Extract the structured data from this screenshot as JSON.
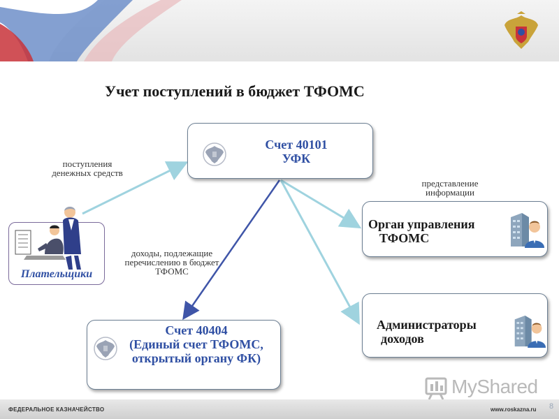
{
  "title": "Учет поступлений в бюджет ТФОМС",
  "nodes": {
    "ufk": {
      "line1": "Счет 40101",
      "line2": "УФК"
    },
    "organ": {
      "line1": "Орган управления",
      "line2": "ТФОМС"
    },
    "admin": {
      "line1": "Администраторы",
      "line2": "доходов"
    },
    "acc40404": {
      "line1": "Счет 40404",
      "line2": "(Единый счет ТФОМС,",
      "line3": "открытый органу ФК)"
    },
    "payers": {
      "label": "Плательщики"
    }
  },
  "edge_labels": {
    "payments": {
      "line1": "поступления",
      "line2": "денежных средств"
    },
    "info": {
      "line1": "представление",
      "line2": "информации"
    },
    "income": {
      "line1": "доходы, подлежащие",
      "line2": "перечислению в бюджет",
      "line3": "ТФОМС"
    }
  },
  "footer": {
    "left": "ФЕДЕРАЛЬНОЕ КАЗНАЧЕЙСТВО",
    "right": "www.roskazna.ru",
    "page": "8"
  },
  "watermark": {
    "text": "MyShared"
  },
  "icons": [
    "double-headed-eagle-emblem-icon",
    "eagle-seal-icon",
    "office-building-person-icon",
    "payer-people-illustration-icon"
  ],
  "colors": {
    "box_title_blue": "#2f4fa3",
    "arrow_light": "#9fd3df",
    "arrow_dark": "#3f55a8"
  }
}
